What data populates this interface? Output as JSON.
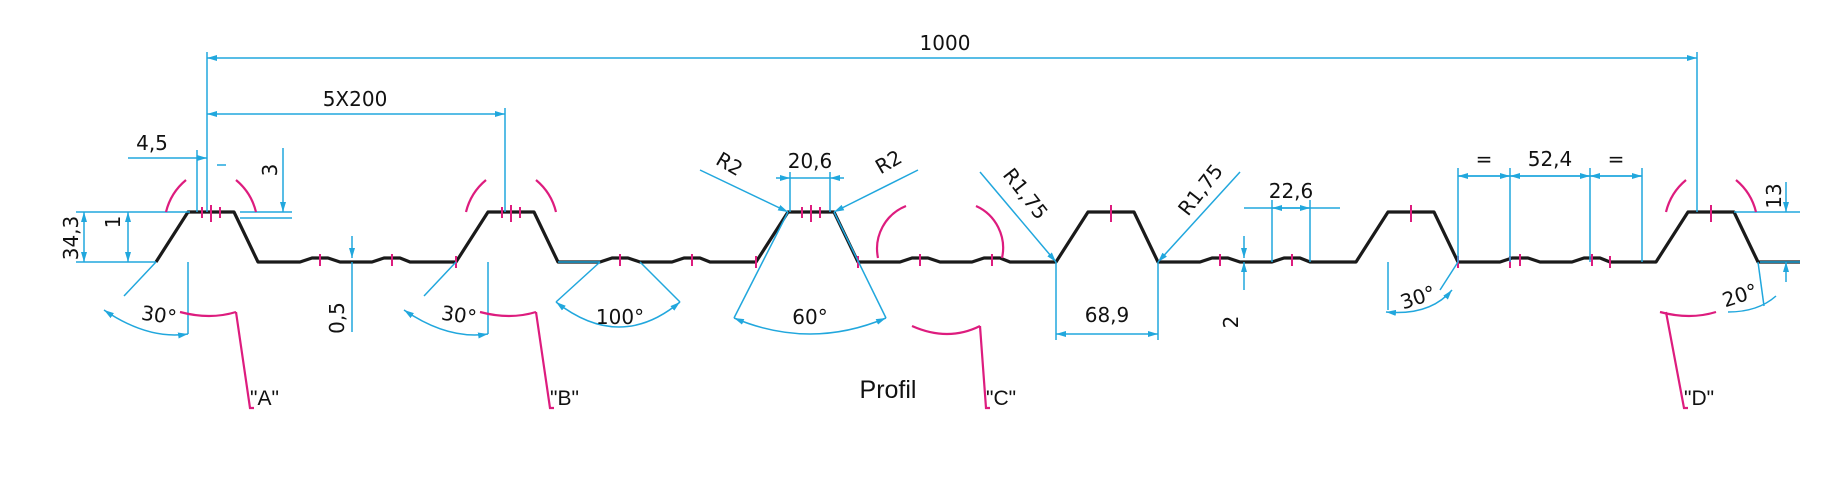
{
  "title": "Profil",
  "dimensions": {
    "overall_width": "1000",
    "pitch": "5X200",
    "crest_edge": "4,5",
    "crest_step": "3",
    "total_height": "34,3",
    "step_height": "1",
    "valley_step": "0,5",
    "angle_a": "30°",
    "angle_b": "30°",
    "angle_valley": "100°",
    "angle_crest": "60°",
    "radius_left": "R2",
    "radius_right": "R2",
    "crest_top": "20,6",
    "radius_small_left": "R1,75",
    "radius_small_right": "R1,75",
    "rib_base": "68,9",
    "rib_gap": "2",
    "rib_width": "22,6",
    "equal_left": "=",
    "valley_width": "52,4",
    "equal_right": "=",
    "edge_height": "13",
    "angle_d_left": "30°",
    "angle_d_right": "20°"
  },
  "callouts": [
    "\"A\"",
    "\"B\"",
    "\"C\"",
    "\"D\""
  ],
  "colors": {
    "dimension": "#21a7dd",
    "detail_marker": "#dd1c7e",
    "profile": "#1a1a1a"
  }
}
